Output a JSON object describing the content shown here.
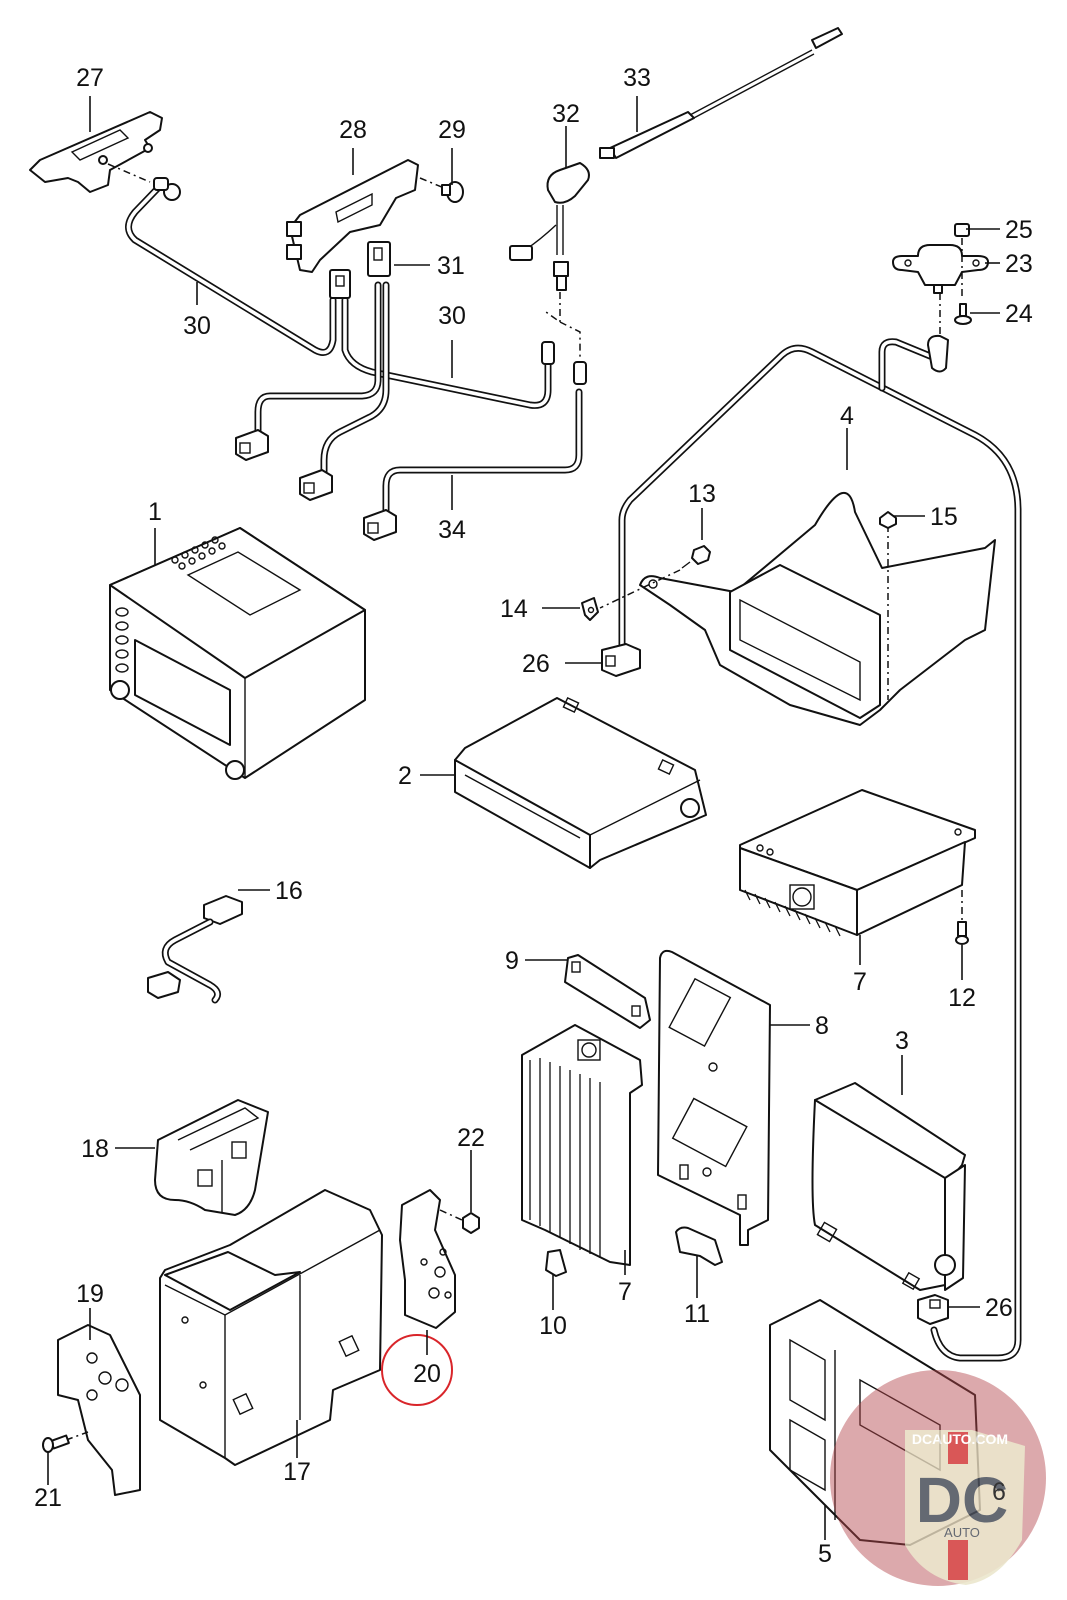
{
  "diagram": {
    "type": "exploded-parts-diagram",
    "subject": "Audio / navigation / antenna components",
    "highlighted_callout": "20",
    "highlight_color": "#d9252a"
  },
  "callouts": [
    {
      "id": "1",
      "label": "1"
    },
    {
      "id": "2",
      "label": "2"
    },
    {
      "id": "3",
      "label": "3"
    },
    {
      "id": "4",
      "label": "4"
    },
    {
      "id": "5",
      "label": "5"
    },
    {
      "id": "6",
      "label": "6"
    },
    {
      "id": "7a",
      "label": "7"
    },
    {
      "id": "7b",
      "label": "7"
    },
    {
      "id": "8",
      "label": "8"
    },
    {
      "id": "9",
      "label": "9"
    },
    {
      "id": "10",
      "label": "10"
    },
    {
      "id": "11",
      "label": "11"
    },
    {
      "id": "12",
      "label": "12"
    },
    {
      "id": "13",
      "label": "13"
    },
    {
      "id": "14",
      "label": "14"
    },
    {
      "id": "15",
      "label": "15"
    },
    {
      "id": "16",
      "label": "16"
    },
    {
      "id": "17",
      "label": "17"
    },
    {
      "id": "18",
      "label": "18"
    },
    {
      "id": "19",
      "label": "19"
    },
    {
      "id": "20",
      "label": "20"
    },
    {
      "id": "21",
      "label": "21"
    },
    {
      "id": "22",
      "label": "22"
    },
    {
      "id": "23",
      "label": "23"
    },
    {
      "id": "24",
      "label": "24"
    },
    {
      "id": "25",
      "label": "25"
    },
    {
      "id": "26a",
      "label": "26"
    },
    {
      "id": "26b",
      "label": "26"
    },
    {
      "id": "27",
      "label": "27"
    },
    {
      "id": "28",
      "label": "28"
    },
    {
      "id": "29",
      "label": "29"
    },
    {
      "id": "30a",
      "label": "30"
    },
    {
      "id": "30b",
      "label": "30"
    },
    {
      "id": "31",
      "label": "31"
    },
    {
      "id": "32",
      "label": "32"
    },
    {
      "id": "33",
      "label": "33"
    },
    {
      "id": "34",
      "label": "34"
    }
  ],
  "watermark": {
    "top_text": "DCAUTO.COM",
    "monogram": "DC",
    "bottom_text": "AUTO",
    "ring_color": "#b5474d",
    "shield_color": "#e8e2c4",
    "letter_color": "#4a4f5a",
    "accent_color": "#d33a3a"
  }
}
